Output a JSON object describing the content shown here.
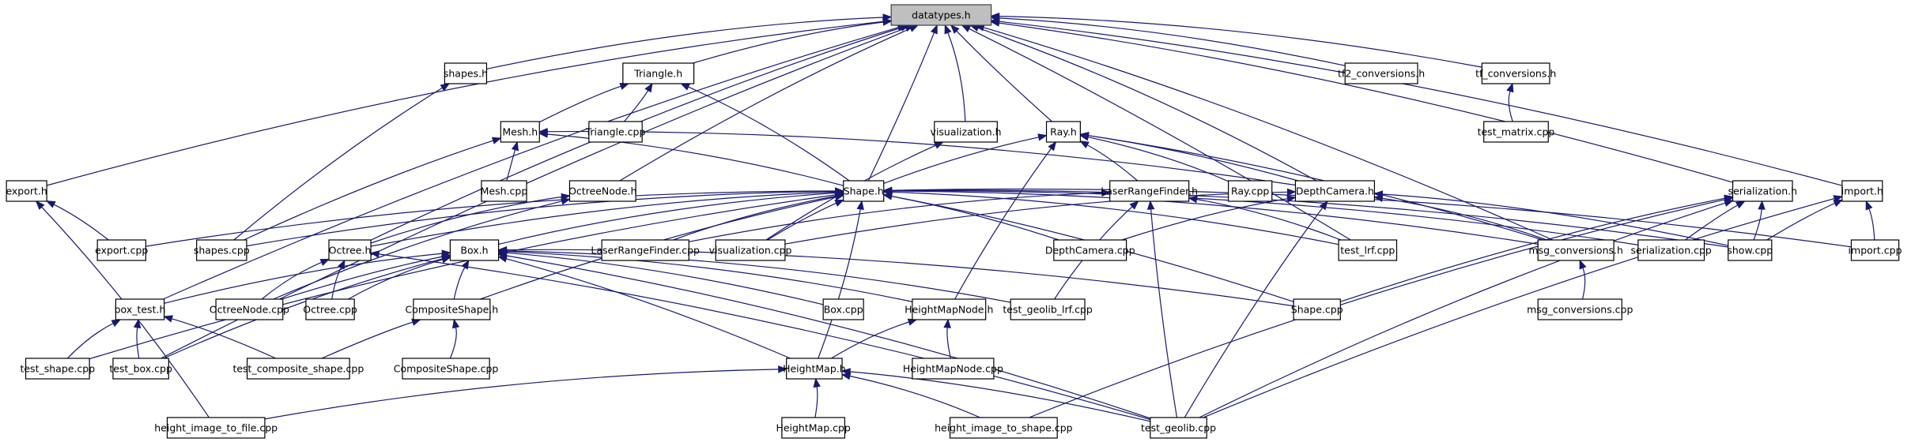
{
  "diagram": {
    "title": "datatypes.h",
    "type": "include-dependency-graph",
    "colors": {
      "edge": "#191970",
      "root_fill": "#bfbfbf",
      "node_fill": "#ffffff",
      "border": "#000000"
    },
    "nodes": [
      {
        "id": "datatypes_h",
        "label": "datatypes.h",
        "root": true
      },
      {
        "id": "shapes_h",
        "label": "shapes.h"
      },
      {
        "id": "Triangle_h",
        "label": "Triangle.h"
      },
      {
        "id": "tf2_conversions_h",
        "label": "tf2_conversions.h"
      },
      {
        "id": "tf_conversions_h",
        "label": "tf_conversions.h"
      },
      {
        "id": "Mesh_h",
        "label": "Mesh.h"
      },
      {
        "id": "Triangle_cpp",
        "label": "Triangle.cpp"
      },
      {
        "id": "visualization_h",
        "label": "visualization.h"
      },
      {
        "id": "Ray_h",
        "label": "Ray.h"
      },
      {
        "id": "test_matrix_cpp",
        "label": "test_matrix.cpp"
      },
      {
        "id": "export_h",
        "label": "export.h"
      },
      {
        "id": "Mesh_cpp",
        "label": "Mesh.cpp"
      },
      {
        "id": "OctreeNode_h",
        "label": "OctreeNode.h"
      },
      {
        "id": "Shape_h",
        "label": "Shape.h"
      },
      {
        "id": "LaserRangeFinder_h",
        "label": "LaserRangeFinder.h"
      },
      {
        "id": "Ray_cpp",
        "label": "Ray.cpp"
      },
      {
        "id": "DepthCamera_h",
        "label": "DepthCamera.h"
      },
      {
        "id": "serialization_h",
        "label": "serialization.h"
      },
      {
        "id": "import_h",
        "label": "import.h"
      },
      {
        "id": "export_cpp",
        "label": "export.cpp"
      },
      {
        "id": "shapes_cpp",
        "label": "shapes.cpp"
      },
      {
        "id": "Octree_h",
        "label": "Octree.h"
      },
      {
        "id": "Box_h",
        "label": "Box.h"
      },
      {
        "id": "LaserRangeFinder_cpp",
        "label": "LaserRangeFinder.cpp"
      },
      {
        "id": "visualization_cpp",
        "label": "visualization.cpp"
      },
      {
        "id": "DepthCamera_cpp",
        "label": "DepthCamera.cpp"
      },
      {
        "id": "test_lrf_cpp",
        "label": "test_lrf.cpp"
      },
      {
        "id": "msg_conversions_h",
        "label": "msg_conversions.h"
      },
      {
        "id": "serialization_cpp",
        "label": "serialization.cpp"
      },
      {
        "id": "show_cpp",
        "label": "show.cpp"
      },
      {
        "id": "import_cpp",
        "label": "import.cpp"
      },
      {
        "id": "box_test_h",
        "label": "box_test.h"
      },
      {
        "id": "OctreeNode_cpp",
        "label": "OctreeNode.cpp"
      },
      {
        "id": "Octree_cpp",
        "label": "Octree.cpp"
      },
      {
        "id": "CompositeShape_h",
        "label": "CompositeShape.h"
      },
      {
        "id": "Box_cpp",
        "label": "Box.cpp"
      },
      {
        "id": "HeightMapNode_h",
        "label": "HeightMapNode.h"
      },
      {
        "id": "test_geolib_lrf_cpp",
        "label": "test_geolib_lrf.cpp"
      },
      {
        "id": "Shape_cpp",
        "label": "Shape.cpp"
      },
      {
        "id": "msg_conversions_cpp",
        "label": "msg_conversions.cpp"
      },
      {
        "id": "test_shape_cpp",
        "label": "test_shape.cpp"
      },
      {
        "id": "test_box_cpp",
        "label": "test_box.cpp"
      },
      {
        "id": "test_composite_shape_cpp",
        "label": "test_composite_shape.cpp"
      },
      {
        "id": "CompositeShape_cpp",
        "label": "CompositeShape.cpp"
      },
      {
        "id": "HeightMap_h",
        "label": "HeightMap.h"
      },
      {
        "id": "HeightMapNode_cpp",
        "label": "HeightMapNode.cpp"
      },
      {
        "id": "height_image_to_file_cpp",
        "label": "height_image_to_file.cpp"
      },
      {
        "id": "HeightMap_cpp",
        "label": "HeightMap.cpp"
      },
      {
        "id": "height_image_to_shape_cpp",
        "label": "height_image_to_shape.cpp"
      },
      {
        "id": "test_geolib_cpp",
        "label": "test_geolib.cpp"
      }
    ],
    "edges": [
      [
        "shapes_h",
        "datatypes_h"
      ],
      [
        "Triangle_h",
        "datatypes_h"
      ],
      [
        "tf2_conversions_h",
        "datatypes_h"
      ],
      [
        "tf_conversions_h",
        "datatypes_h"
      ],
      [
        "visualization_h",
        "datatypes_h"
      ],
      [
        "Ray_h",
        "datatypes_h"
      ],
      [
        "export_h",
        "datatypes_h"
      ],
      [
        "OctreeNode_h",
        "datatypes_h"
      ],
      [
        "Shape_h",
        "datatypes_h"
      ],
      [
        "DepthCamera_h",
        "datatypes_h"
      ],
      [
        "serialization_h",
        "datatypes_h"
      ],
      [
        "import_h",
        "datatypes_h"
      ],
      [
        "Octree_h",
        "datatypes_h"
      ],
      [
        "box_test_h",
        "datatypes_h"
      ],
      [
        "test_box_cpp",
        "datatypes_h"
      ],
      [
        "test_lrf_cpp",
        "datatypes_h"
      ],
      [
        "msg_conversions_h",
        "datatypes_h"
      ],
      [
        "Mesh_h",
        "Triangle_h"
      ],
      [
        "Triangle_cpp",
        "Triangle_h"
      ],
      [
        "Shape_h",
        "Triangle_h"
      ],
      [
        "test_matrix_cpp",
        "tf_conversions_h"
      ],
      [
        "shapes_cpp",
        "shapes_h"
      ],
      [
        "Mesh_cpp",
        "Mesh_h"
      ],
      [
        "shapes_cpp",
        "Mesh_h"
      ],
      [
        "Shape_h",
        "Mesh_h"
      ],
      [
        "DepthCamera_h",
        "Mesh_h"
      ],
      [
        "visualization_cpp",
        "visualization_h"
      ],
      [
        "Shape_h",
        "Ray_h"
      ],
      [
        "LaserRangeFinder_h",
        "Ray_h"
      ],
      [
        "Ray_cpp",
        "Ray_h"
      ],
      [
        "DepthCamera_h",
        "Ray_h"
      ],
      [
        "HeightMapNode_h",
        "Ray_h"
      ],
      [
        "msg_conversions_h",
        "Ray_h"
      ],
      [
        "export_cpp",
        "export_h"
      ],
      [
        "height_image_to_file_cpp",
        "export_h"
      ],
      [
        "Octree_h",
        "OctreeNode_h"
      ],
      [
        "OctreeNode_cpp",
        "OctreeNode_h"
      ],
      [
        "export_cpp",
        "Shape_h"
      ],
      [
        "shapes_cpp",
        "Shape_h"
      ],
      [
        "Octree_h",
        "Shape_h"
      ],
      [
        "Box_h",
        "Shape_h"
      ],
      [
        "LaserRangeFinder_cpp",
        "Shape_h"
      ],
      [
        "visualization_cpp",
        "Shape_h"
      ],
      [
        "CompositeShape_h",
        "Shape_h"
      ],
      [
        "HeightMap_h",
        "Shape_h"
      ],
      [
        "Shape_cpp",
        "Shape_h"
      ],
      [
        "test_shape_cpp",
        "Shape_h"
      ],
      [
        "show_cpp",
        "Shape_h"
      ],
      [
        "import_cpp",
        "Shape_h"
      ],
      [
        "serialization_cpp",
        "Shape_h"
      ],
      [
        "msg_conversions_h",
        "Shape_h"
      ],
      [
        "DepthCamera_cpp",
        "Shape_h"
      ],
      [
        "test_lrf_cpp",
        "Shape_h"
      ],
      [
        "LaserRangeFinder_cpp",
        "LaserRangeFinder_h"
      ],
      [
        "test_lrf_cpp",
        "LaserRangeFinder_h"
      ],
      [
        "test_geolib_lrf_cpp",
        "LaserRangeFinder_h"
      ],
      [
        "test_geolib_cpp",
        "LaserRangeFinder_h"
      ],
      [
        "DepthCamera_cpp",
        "DepthCamera_h"
      ],
      [
        "visualization_cpp",
        "DepthCamera_h"
      ],
      [
        "msg_conversions_h",
        "DepthCamera_h"
      ],
      [
        "show_cpp",
        "DepthCamera_h"
      ],
      [
        "test_geolib_cpp",
        "DepthCamera_h"
      ],
      [
        "serialization_cpp",
        "serialization_h"
      ],
      [
        "show_cpp",
        "serialization_h"
      ],
      [
        "Shape_cpp",
        "serialization_h"
      ],
      [
        "height_image_to_shape_cpp",
        "serialization_h"
      ],
      [
        "test_geolib_cpp",
        "serialization_h"
      ],
      [
        "show_cpp",
        "import_h"
      ],
      [
        "import_cpp",
        "import_h"
      ],
      [
        "test_geolib_cpp",
        "import_h"
      ],
      [
        "OctreeNode_cpp",
        "Octree_h"
      ],
      [
        "Octree_cpp",
        "Octree_h"
      ],
      [
        "test_geolib_cpp",
        "Octree_h"
      ],
      [
        "box_test_h",
        "Box_h"
      ],
      [
        "OctreeNode_cpp",
        "Box_h"
      ],
      [
        "Octree_cpp",
        "Box_h"
      ],
      [
        "CompositeShape_h",
        "Box_h"
      ],
      [
        "Box_cpp",
        "Box_h"
      ],
      [
        "HeightMapNode_h",
        "Box_h"
      ],
      [
        "test_geolib_lrf_cpp",
        "Box_h"
      ],
      [
        "Shape_cpp",
        "Box_h"
      ],
      [
        "test_box_cpp",
        "Box_h"
      ],
      [
        "HeightMap_h",
        "Box_h"
      ],
      [
        "test_geolib_cpp",
        "Box_h"
      ],
      [
        "msg_conversions_cpp",
        "msg_conversions_h"
      ],
      [
        "test_shape_cpp",
        "box_test_h"
      ],
      [
        "test_box_cpp",
        "box_test_h"
      ],
      [
        "test_composite_shape_cpp",
        "box_test_h"
      ],
      [
        "test_composite_shape_cpp",
        "CompositeShape_h"
      ],
      [
        "CompositeShape_cpp",
        "CompositeShape_h"
      ],
      [
        "HeightMap_h",
        "HeightMapNode_h"
      ],
      [
        "HeightMapNode_cpp",
        "HeightMapNode_h"
      ],
      [
        "height_image_to_file_cpp",
        "HeightMap_h"
      ],
      [
        "HeightMap_cpp",
        "HeightMap_h"
      ],
      [
        "height_image_to_shape_cpp",
        "HeightMap_h"
      ],
      [
        "test_geolib_cpp",
        "HeightMap_h"
      ]
    ]
  }
}
